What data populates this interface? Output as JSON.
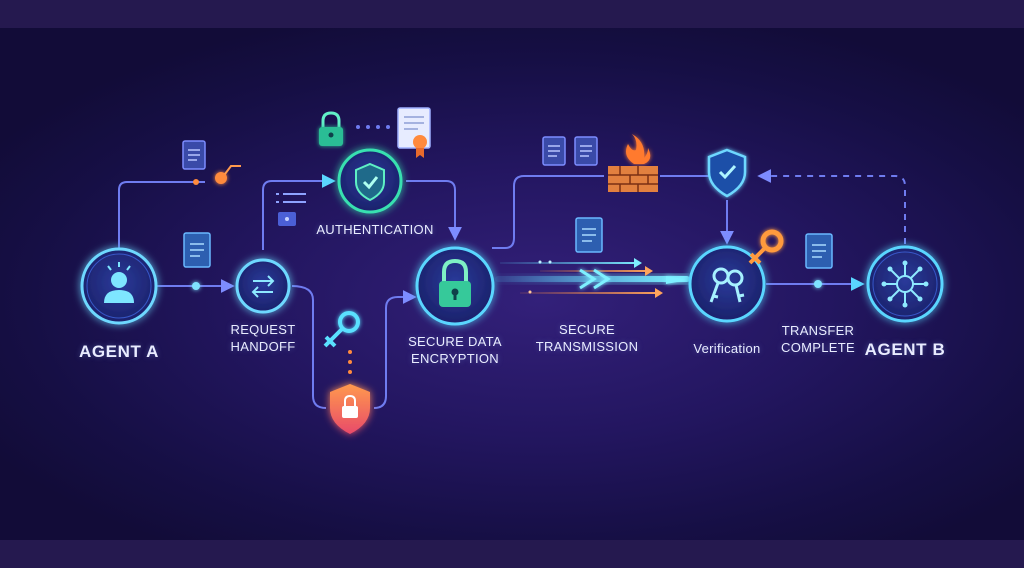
{
  "diagram": {
    "nodes": {
      "agent_a": "AGENT A",
      "request_handoff": "REQUEST\nHANDOFF",
      "authentication": "AUTHENTICATION",
      "secure_data_encryption": "SECURE DATA\nENCRYPTION",
      "secure_transmission": "SECURE\nTRANSMISSION",
      "verification": "Verification",
      "transfer_complete": "TRANSFER\nCOMPLETE",
      "agent_b": "AGENT B"
    },
    "icons": [
      "user-icon",
      "swap-arrows-icon",
      "shield-check-icon",
      "padlock-icon",
      "keys-icon",
      "network-hub-icon",
      "document-icon",
      "key-icon",
      "certificate-icon",
      "firewall-icon",
      "shield-lock-icon",
      "folder-icon"
    ],
    "colors": {
      "background": "#1c1350",
      "line": "#6f7cf0",
      "node_glow": "#5ad6ff",
      "accent_orange": "#ff8a3d",
      "accent_green": "#38e0b0"
    }
  }
}
